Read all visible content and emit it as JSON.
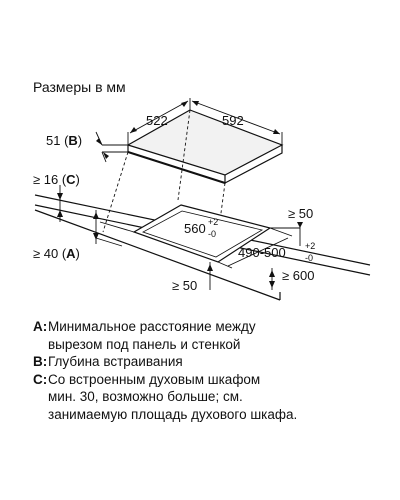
{
  "header": {
    "title": "Размеры в мм"
  },
  "dimensions": {
    "hob_depth": "522",
    "hob_width": "592",
    "b_value": "51 (",
    "b_key": "B",
    "b_close": ")",
    "c_value": "≥ 16 (",
    "c_key": "C",
    "c_close": ")",
    "a_value": "≥ 40 (",
    "a_key": "A",
    "a_close": ")",
    "cutout_width": "560",
    "cutout_width_tol_plus": "+2",
    "cutout_width_tol_minus": "-0",
    "cutout_depth": "490-500",
    "cutout_depth_tol_plus": "+2",
    "cutout_depth_tol_minus": "-0",
    "side_clearance": "≥ 50",
    "front_clearance": "≥ 50",
    "counter_depth": "≥ 600"
  },
  "legend": [
    {
      "key": "A",
      "lines": [
        "Минимальное расстояние между",
        "вырезом под панель и стенкой"
      ]
    },
    {
      "key": "B",
      "lines": [
        "Глубина встраивания"
      ]
    },
    {
      "key": "C",
      "lines": [
        "Со встроенным духовым шкафом",
        "мин. 30, возможно больше; см.",
        "занимаемую площадь духового шкафа."
      ]
    }
  ],
  "colors": {
    "ink": "#111111",
    "hob_fill": "#f2f2f2"
  }
}
